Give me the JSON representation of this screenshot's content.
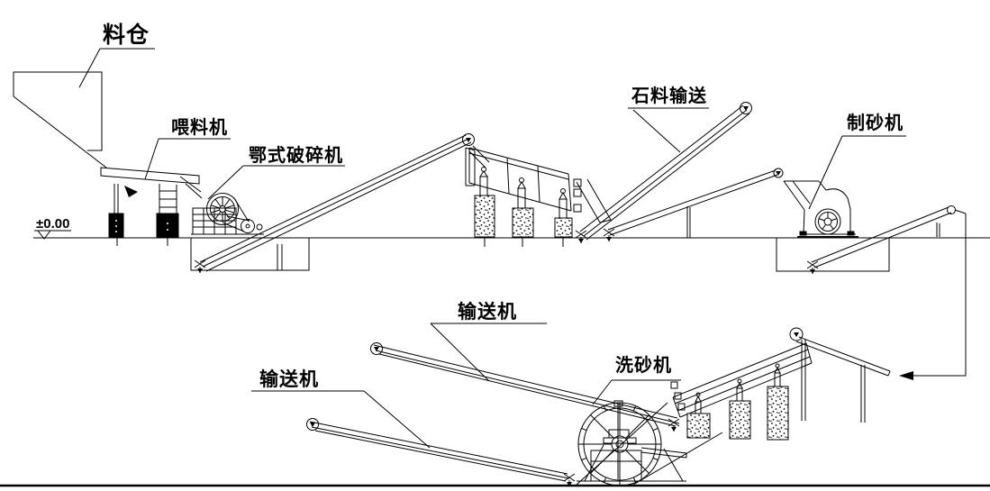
{
  "labels": {
    "silo": "料仓",
    "feeder": "喂料机",
    "jaw_crusher": "鄂式破碎机",
    "stone_conveying": "石料输送",
    "sand_maker": "制砂机",
    "conveyor_upper": "输送机",
    "conveyor_lower": "输送机",
    "sand_washer": "洗砂机",
    "elevation_mark": "±0.00"
  },
  "colors": {
    "line": "#000000",
    "background": "#ffffff",
    "text": "#000000"
  }
}
